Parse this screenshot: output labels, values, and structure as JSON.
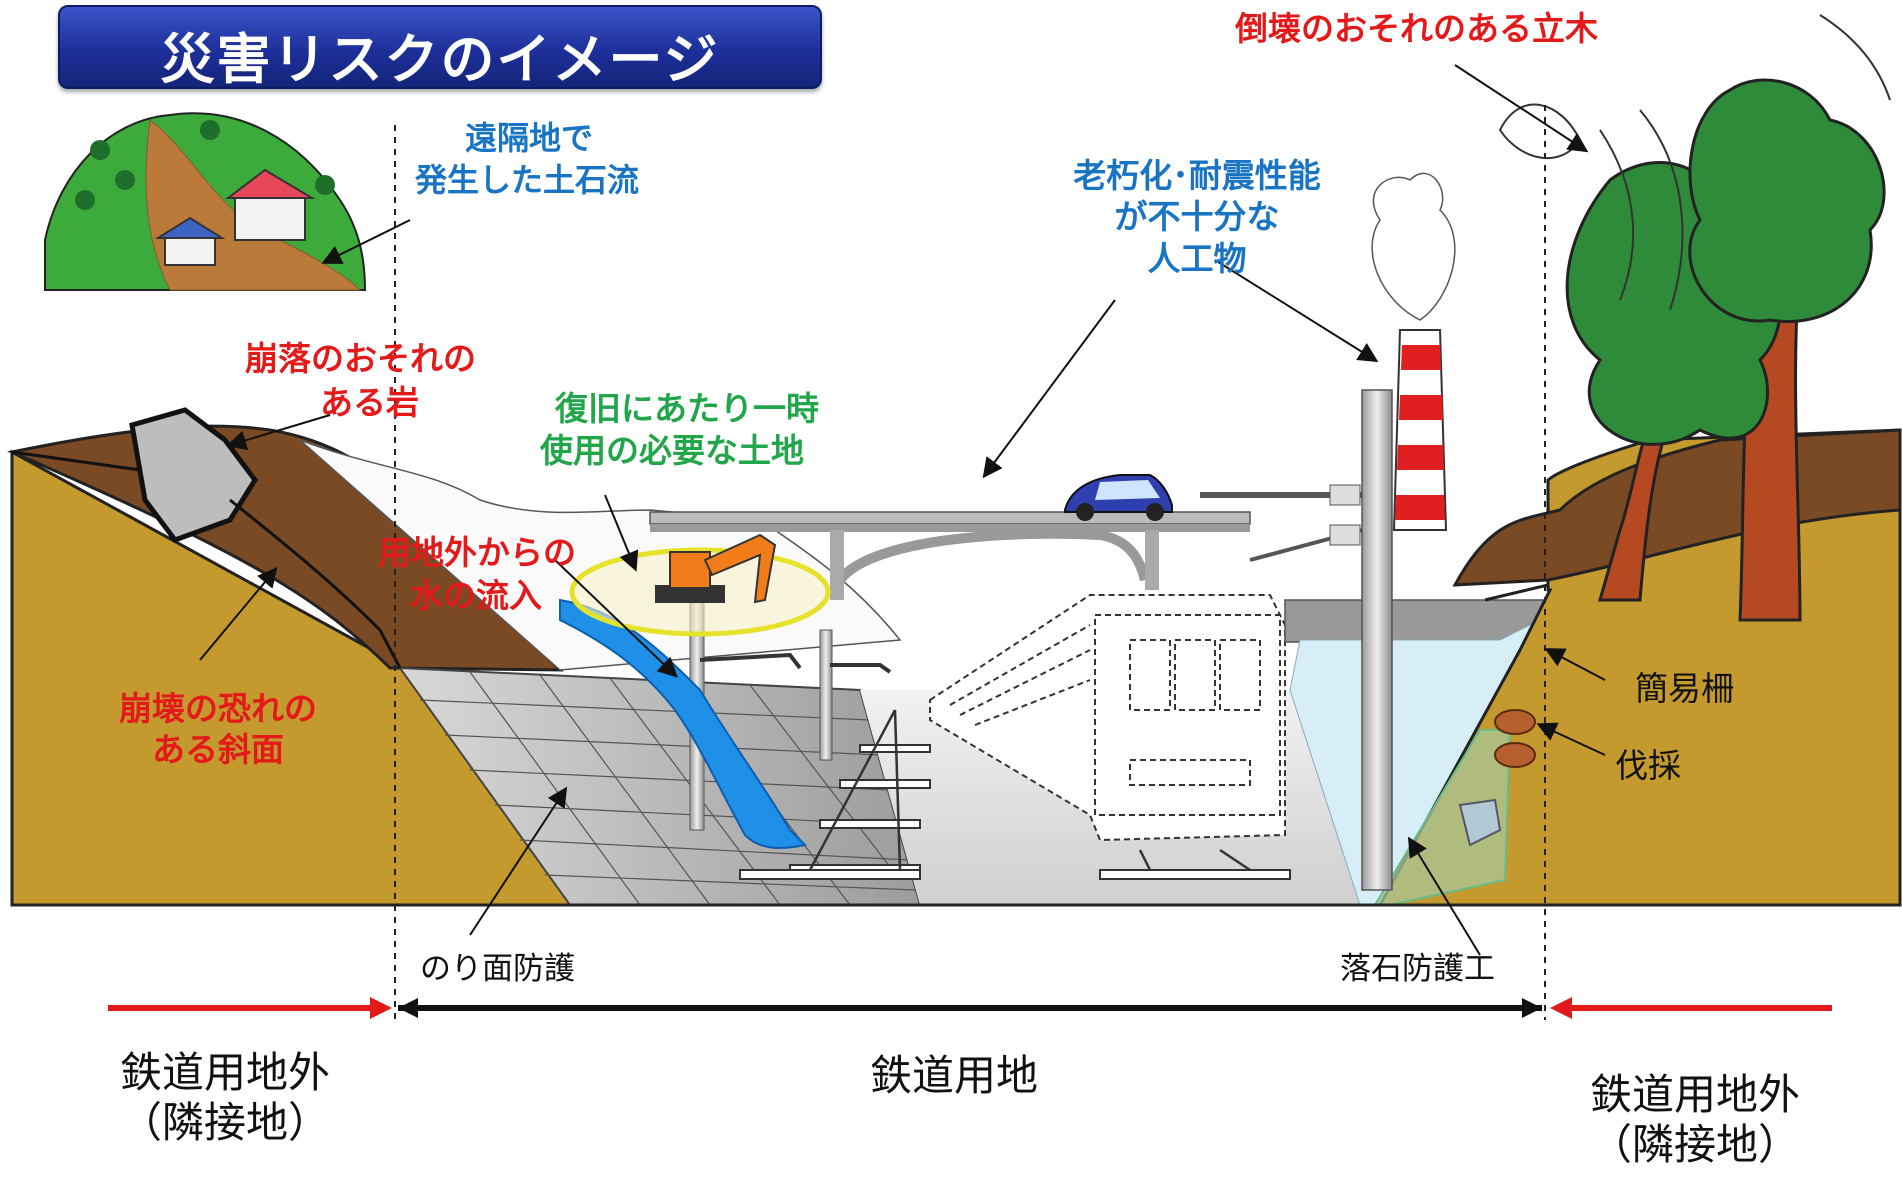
{
  "title": "災害リスクのイメージ",
  "labels": {
    "remote_debris_flow": [
      "遠隔地で",
      "発生した土石流"
    ],
    "rockfall_risk": [
      "崩落のおそれの",
      "ある岩"
    ],
    "recovery_land": [
      "復旧にあたり一時",
      "使用の必要な土地"
    ],
    "aging_structures": [
      "老朽化･耐震性能",
      "が不十分な",
      "人工物"
    ],
    "falling_tree": "倒壊のおそれのある立木",
    "water_inflow": [
      "用地外からの",
      "水の流入"
    ],
    "unstable_slope": [
      "崩壊の恐れの",
      "ある斜面"
    ],
    "simple_fence": "簡易柵",
    "felling": "伐採",
    "slope_protection": "のり面防護",
    "rockfall_protection": "落石防護工",
    "outside_left": [
      "鉄道用地外",
      "（隣接地）"
    ],
    "railway_land": "鉄道用地",
    "outside_right": [
      "鉄道用地外",
      "（隣接地）"
    ]
  },
  "colors": {
    "title_bg": "#1d2f9a",
    "risk_red": "#e41a1a",
    "info_blue": "#1a74c4",
    "land_green": "#22a64a",
    "soil_brown": "#7a4a24",
    "ground_olive": "#c49a2e",
    "water_blue": "#1f8fe8",
    "chimney_red": "#e02020"
  }
}
